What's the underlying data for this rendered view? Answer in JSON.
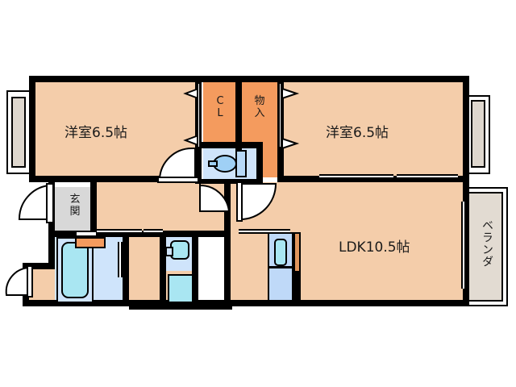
{
  "plan": {
    "type": "apartment-floor-plan",
    "layout_name": "2LDK",
    "colors": {
      "room_fill": "#f4cdaa",
      "storage_fill": "#f49b5e",
      "wet_area_fill": "#cfe4fb",
      "water_fill": "#a9e6f2",
      "genkan_fill": "#d8d8d8",
      "veranda_fill": "#e2dbd2",
      "wall": "#000000",
      "window_glass": "#ded7ce",
      "background": "#ffffff"
    }
  },
  "rooms": {
    "bedroom_left": {
      "label": "洋室6.5帖",
      "name": "洋室",
      "size": "6.5帖"
    },
    "bedroom_right": {
      "label": "洋室6.5帖",
      "name": "洋室",
      "size": "6.5帖"
    },
    "ldk": {
      "label": "LDK10.5帖",
      "name": "LDK",
      "size": "10.5帖"
    },
    "closet": {
      "label": "CL",
      "lines": "C\nL"
    },
    "storage": {
      "label": "物入",
      "lines": "物\n入"
    },
    "entrance": {
      "label": "玄関",
      "lines": "玄\n関"
    },
    "veranda": {
      "label": "ベランダ"
    }
  },
  "fixtures": {
    "toilet": "toilet-fixture",
    "bathtub": "bathtub-fixture",
    "washbasin": "washbasin-fixture",
    "washing_machine": "washing-machine-space",
    "kitchen_sink": "kitchen-sink-fixture",
    "shoe_cabinet": "shoe-cabinet-fixture"
  },
  "openings": {
    "entrance_door": "entrance-door",
    "bedroom_left_door": "bedroom-left-door",
    "bedroom_right_door": "bedroom-right-door",
    "toilet_door": "toilet-door",
    "bath_door": "bath-door",
    "service_door": "service-door",
    "left_window": "left-window",
    "right_window": "right-window",
    "veranda_window": "veranda-window"
  }
}
